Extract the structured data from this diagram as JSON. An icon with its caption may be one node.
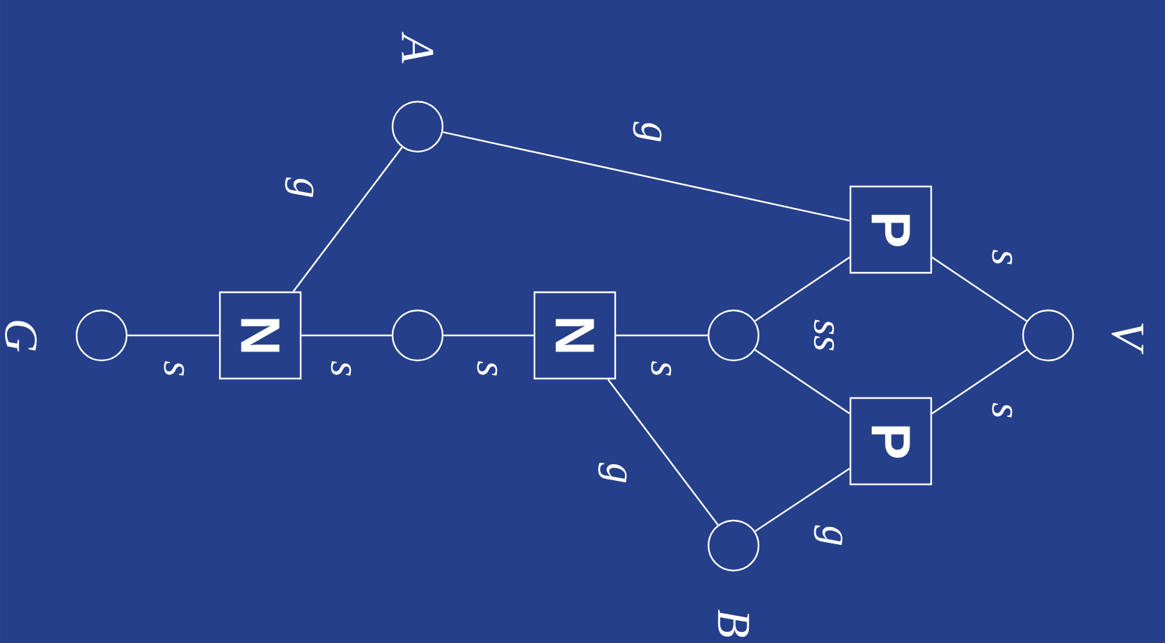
{
  "diagram": {
    "nodes": [
      {
        "text": [],
        "shape": "circle",
        "beside": [
          "A"
        ]
      },
      {
        "text": [],
        "shape": "circle",
        "beside": [
          "G"
        ]
      },
      {
        "text": [
          "N"
        ]
      },
      {
        "text": [],
        "shape": "circle"
      },
      {
        "text": [
          "N"
        ]
      },
      {
        "text": [],
        "shape": "circle"
      },
      {
        "text": [
          "P"
        ]
      },
      {
        "text": [
          "P"
        ]
      },
      {
        "text": [],
        "shape": "circle",
        "beside": [
          "V"
        ]
      },
      {
        "text": [],
        "shape": "circle",
        "beside": [
          "B"
        ]
      }
    ],
    "edges": [
      {
        "from": 1,
        "to": 2,
        "arrow": "none",
        "label": "s"
      },
      {
        "from": 2,
        "to": 3,
        "arrow": "none",
        "label": "s"
      },
      {
        "from": 3,
        "to": 4,
        "arrow": "none",
        "label": "s"
      },
      {
        "from": 4,
        "to": 5,
        "arrow": "none",
        "label": "s"
      },
      {
        "from": 2,
        "to": 0,
        "arrow": "none",
        "label": "g"
      },
      {
        "from": 0,
        "to": 6,
        "arrow": "none",
        "label": "g"
      },
      {
        "from": 4,
        "to": 9,
        "arrow": "none",
        "label": "g"
      },
      {
        "from": 9,
        "to": 7,
        "arrow": "none",
        "label": "g"
      },
      {
        "from": 5,
        "to": 6,
        "arrow": "none"
      },
      {
        "from": 5,
        "to": 7,
        "arrow": "none"
      },
      {
        "from": 6,
        "to": 8,
        "arrow": "none",
        "label": "s"
      },
      {
        "from": 7,
        "to": 8,
        "arrow": "none",
        "label": "s"
      }
    ],
    "labels": [
      "ss"
    ]
  }
}
